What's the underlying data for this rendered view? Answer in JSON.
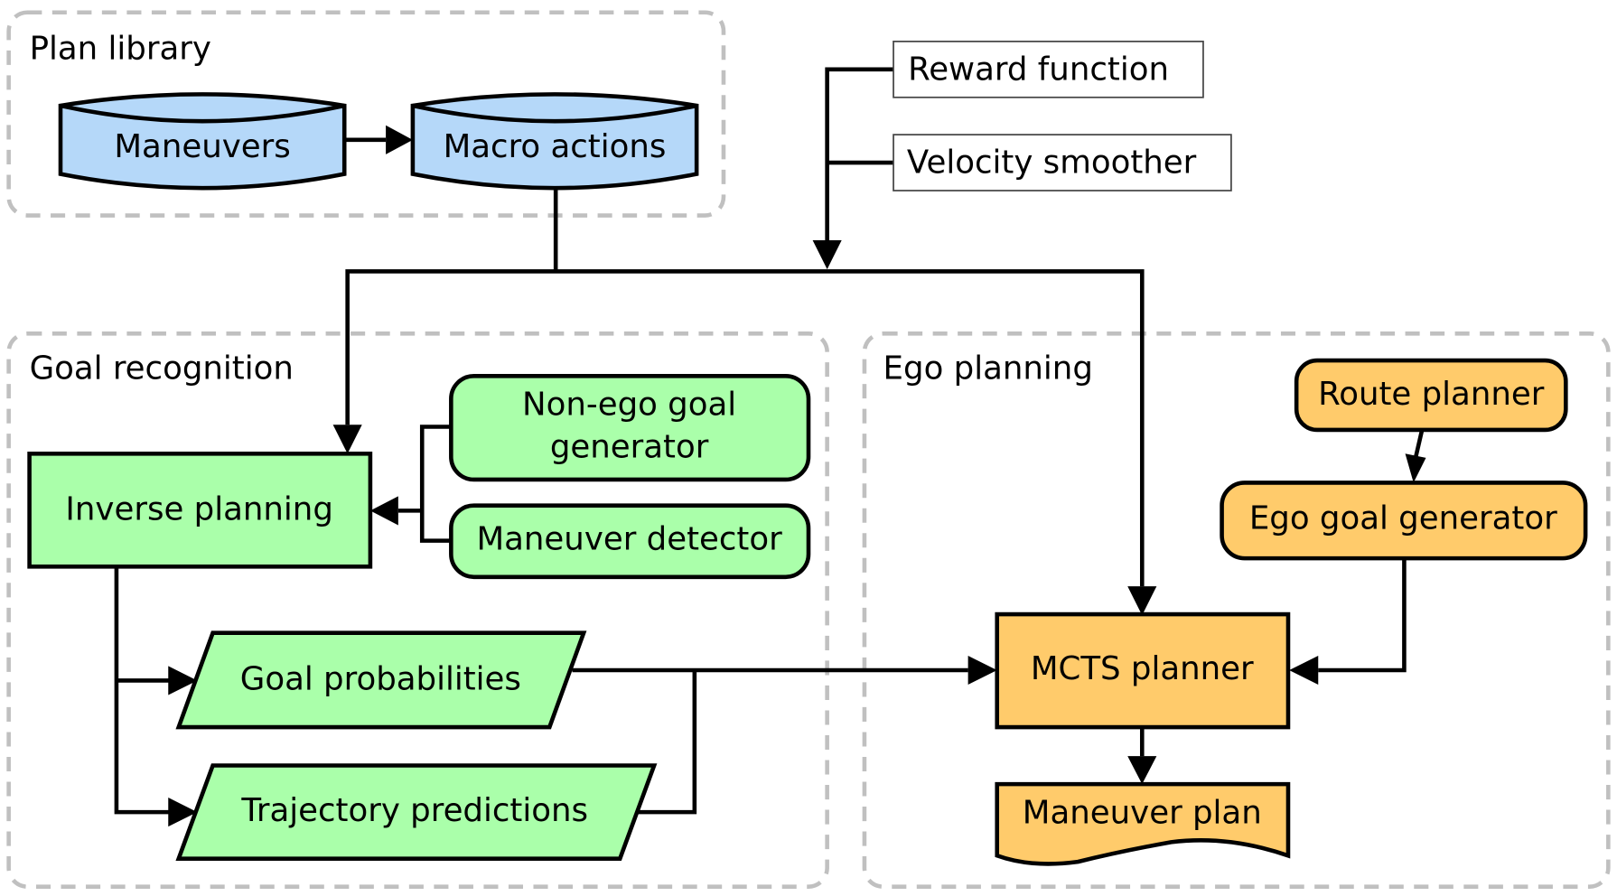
{
  "groups": {
    "plan_library": "Plan library",
    "goal_recognition": "Goal recognition",
    "ego_planning": "Ego planning"
  },
  "nodes": {
    "maneuvers": "Maneuvers",
    "macro_actions": "Macro actions",
    "reward_function": "Reward function",
    "velocity_smoother": "Velocity smoother",
    "inverse_planning": "Inverse planning",
    "non_ego_goal_generator_line1": "Non-ego goal",
    "non_ego_goal_generator_line2": "generator",
    "maneuver_detector": "Maneuver detector",
    "goal_probabilities": "Goal probabilities",
    "trajectory_predictions": "Trajectory predictions",
    "route_planner": "Route planner",
    "ego_goal_generator": "Ego goal generator",
    "mcts_planner": "MCTS planner",
    "maneuver_plan": "Maneuver plan"
  },
  "colors": {
    "plan_library_fill": "#b5d8f9",
    "goal_recognition_fill": "#aaffaa",
    "ego_planning_fill": "#ffcb6b",
    "group_border": "#c0c0c0"
  }
}
